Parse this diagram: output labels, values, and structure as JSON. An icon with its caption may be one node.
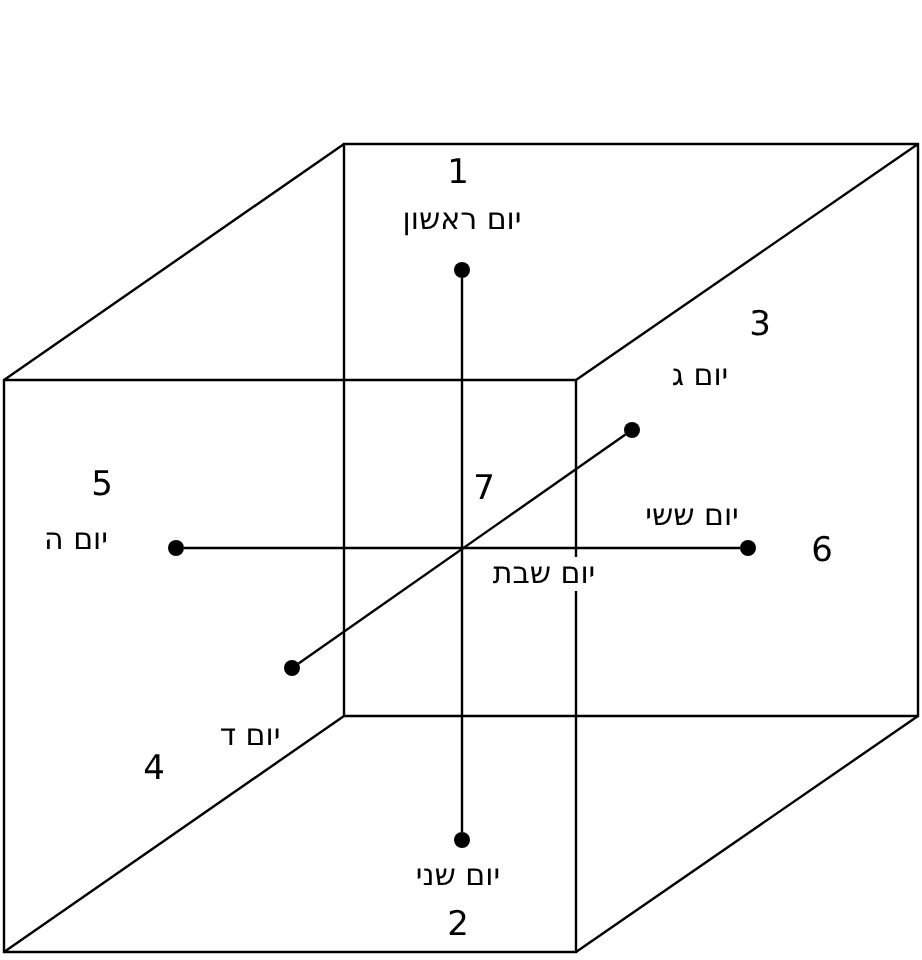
{
  "diagram": {
    "nodes": [
      {
        "text": [],
        "shape": "circle",
        "beside": [
          "1",
          "יום ראשון"
        ]
      },
      {
        "text": [],
        "shape": "circle",
        "beside": [
          "3",
          "יום ג"
        ]
      },
      {
        "text": [],
        "shape": "circle",
        "beside": [
          "5",
          "יום ה"
        ]
      },
      {
        "text": [],
        "shape": "circle",
        "beside": [
          "יום ששי",
          "6"
        ]
      },
      {
        "text": [],
        "shape": "circle",
        "beside": [
          "יום ד",
          "4"
        ]
      },
      {
        "text": [],
        "shape": "circle",
        "beside": [
          "יום שני",
          "2"
        ]
      }
    ],
    "edges": [
      {
        "from": 0,
        "to": 5,
        "arrow": "none"
      },
      {
        "from": 2,
        "to": 3,
        "arrow": "none"
      },
      {
        "from": 4,
        "to": 1,
        "arrow": "none"
      }
    ],
    "labels": [
      "7",
      "יום שבת"
    ]
  }
}
